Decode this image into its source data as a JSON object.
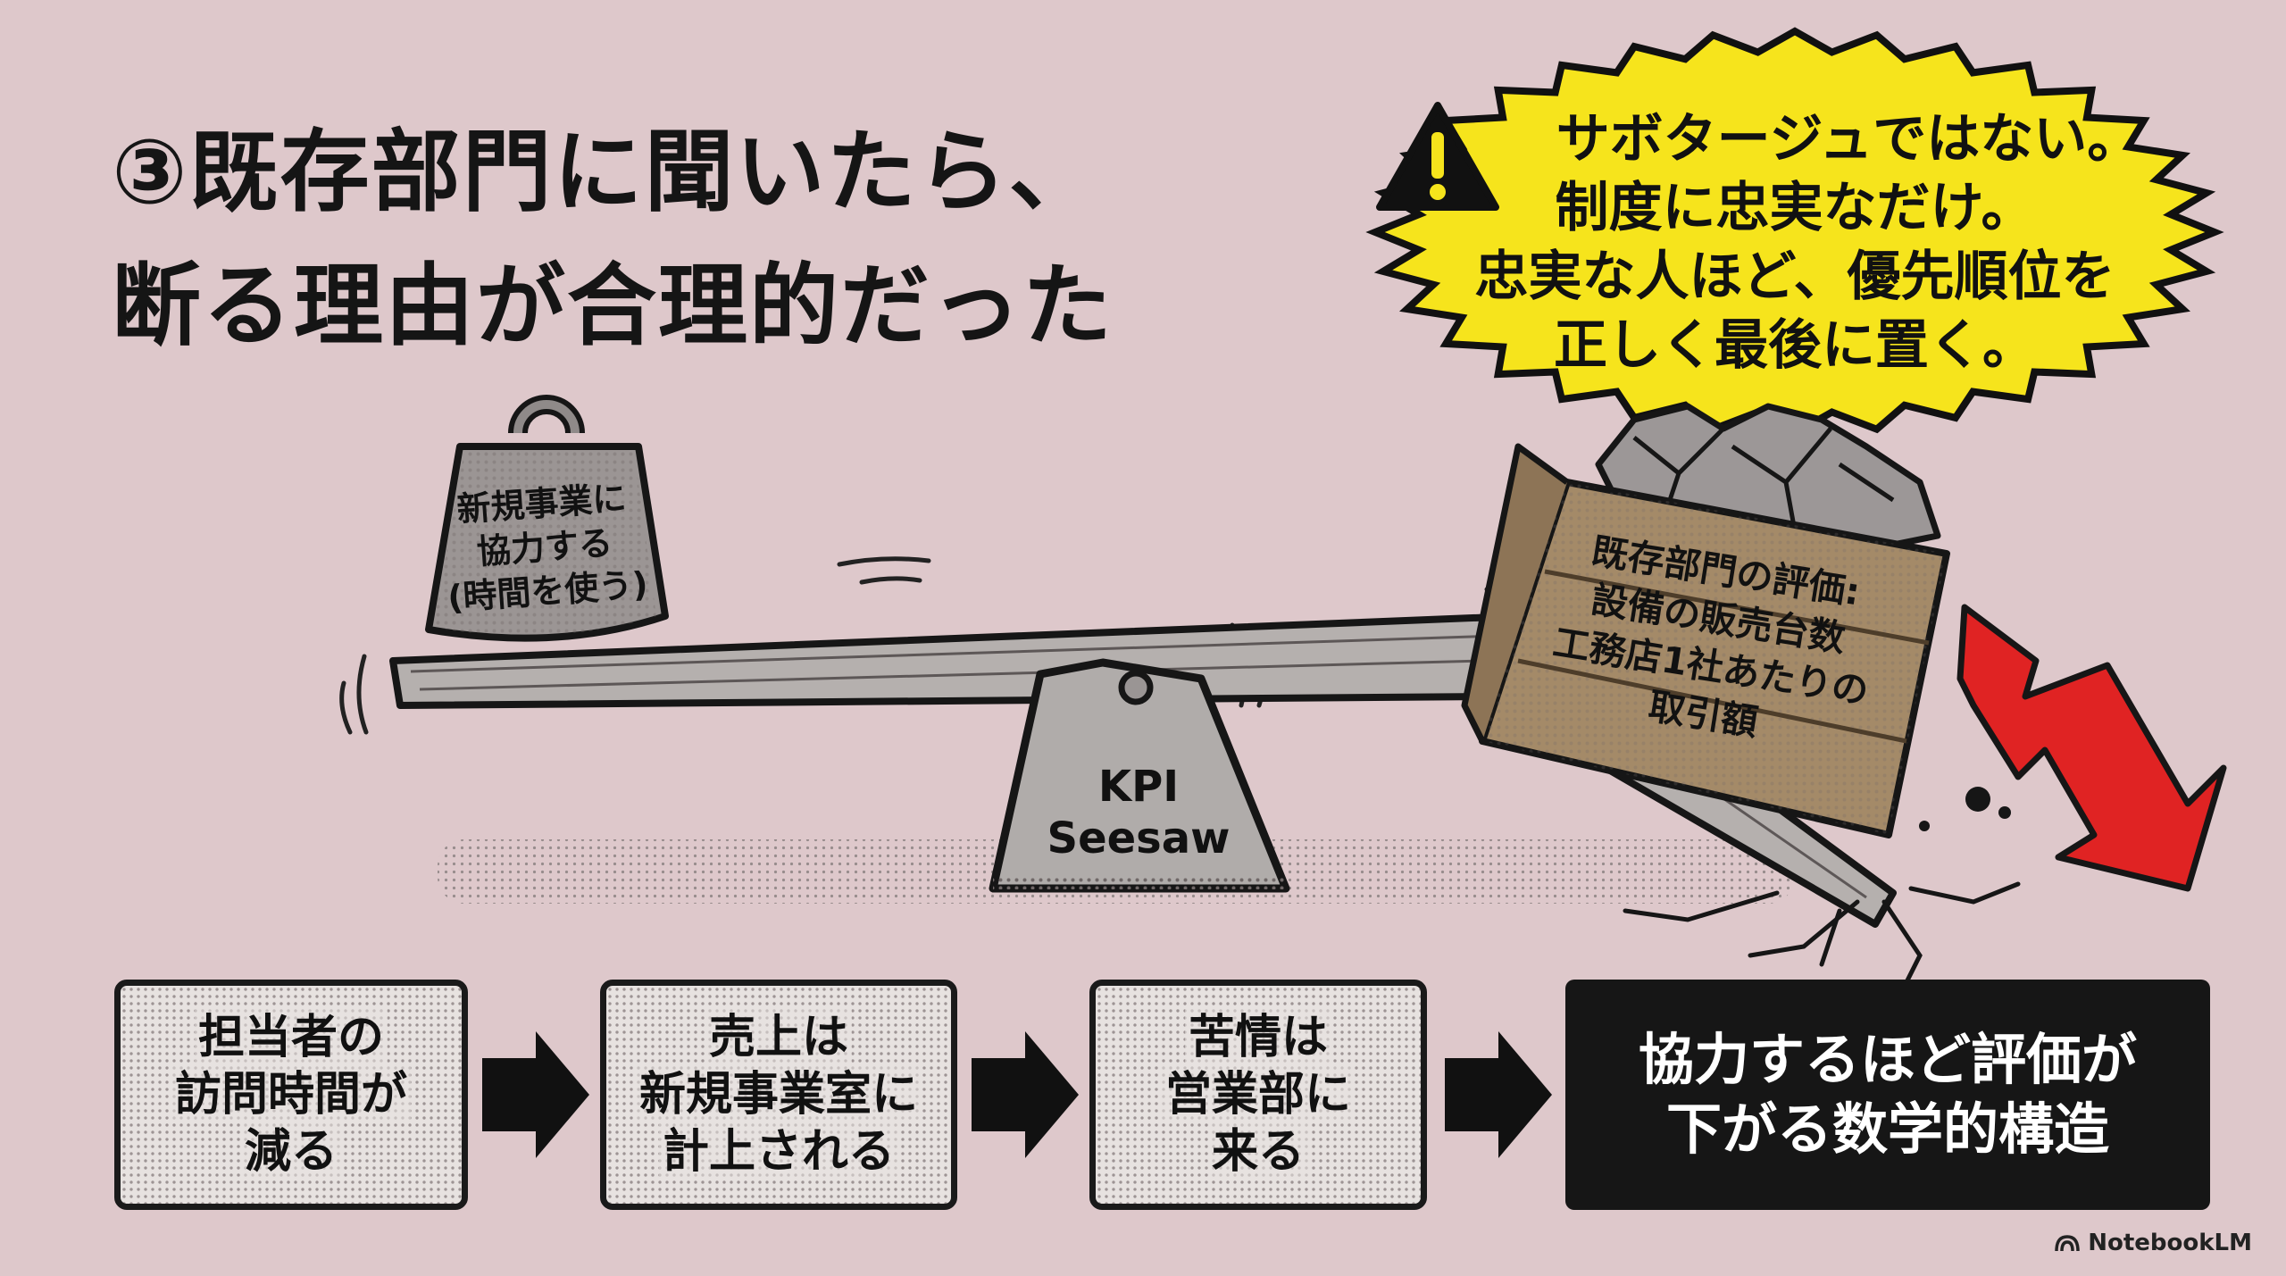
{
  "title": {
    "line1": "③既存部門に聞いたら、",
    "line2": "断る理由が合理的だった"
  },
  "warning": {
    "icon": "warning-triangle-icon",
    "line1": "サボタージュではない。",
    "line2": "制度に忠実なだけ。",
    "line3": "忠実な人ほど、優先順位を",
    "line4": "正しく最後に置く。",
    "color": "#f6e41c"
  },
  "seesaw": {
    "weight": {
      "line1": "新規事業に",
      "line2": "協力する",
      "line3": "(時間を使う)"
    },
    "fulcrum": {
      "line1": "KPI",
      "line2": "Seesaw"
    },
    "crate": {
      "line1": "既存部門の評価:",
      "line2": "設備の販売台数",
      "line3": "工務店1社あたりの",
      "line4": "取引額"
    },
    "trend_arrow_color": "#e02323"
  },
  "flow": {
    "steps": [
      {
        "line1": "担当者の",
        "line2": "訪問時間が",
        "line3": "減る"
      },
      {
        "line1": "売上は",
        "line2": "新規事業室に",
        "line3": "計上される"
      },
      {
        "line1": "苦情は",
        "line2": "営業部に",
        "line3": "来る"
      }
    ],
    "result": {
      "line1": "協力するほど評価が",
      "line2": "下がる数学的構造"
    }
  },
  "brand": {
    "label": "NotebookLM",
    "icon": "notebooklm-logo-icon"
  }
}
